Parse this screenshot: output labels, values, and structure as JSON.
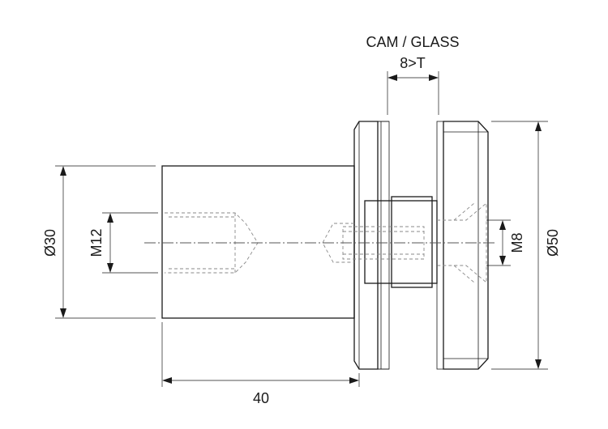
{
  "labels": {
    "cam_glass": "CAM / GLASS",
    "thickness": "8>T",
    "dia30": "Ø30",
    "m12": "M12",
    "m8": "M8",
    "dia50": "Ø50",
    "length": "40"
  }
}
